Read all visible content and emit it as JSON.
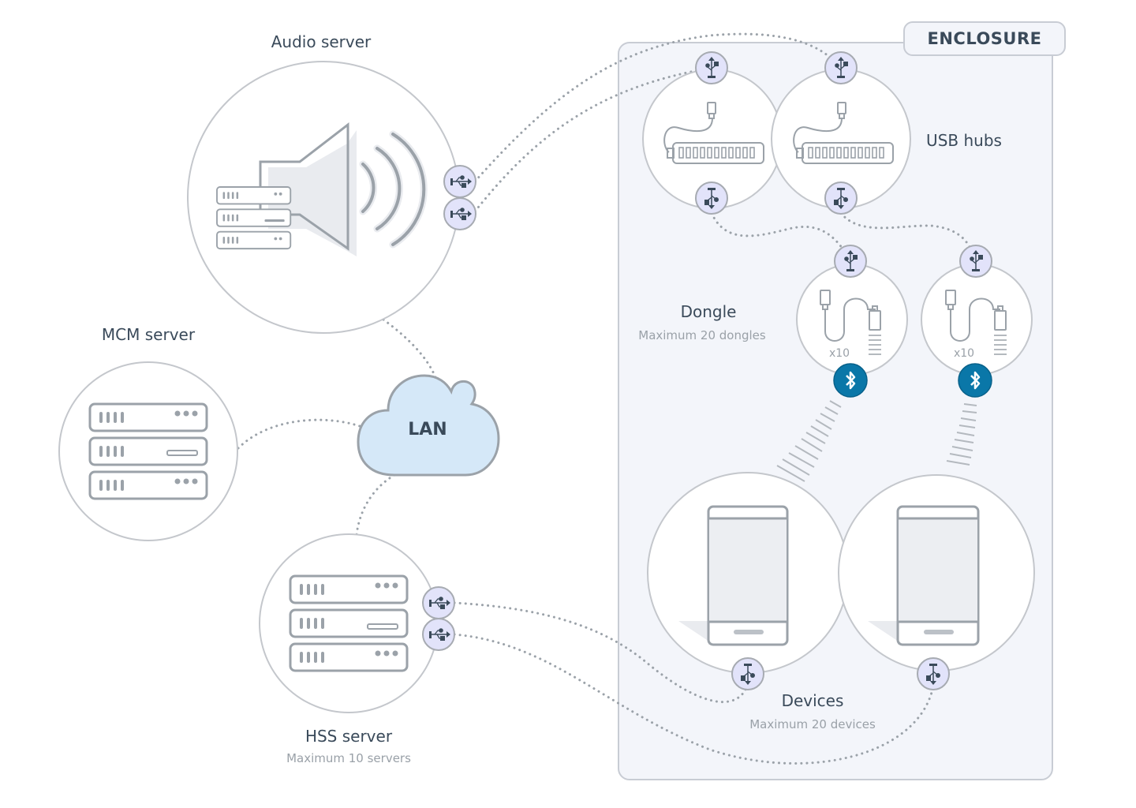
{
  "enclosure": {
    "label": "ENCLOSURE"
  },
  "nodes": {
    "audio_server": {
      "label": "Audio server"
    },
    "mcm_server": {
      "label": "MCM server"
    },
    "lan": {
      "label": "LAN"
    },
    "hss_server": {
      "label": "HSS server",
      "sublabel": "Maximum 10 servers"
    },
    "usb_hubs": {
      "label": "USB hubs"
    },
    "dongle": {
      "label": "Dongle",
      "sublabel": "Maximum 20 dongles",
      "multiplier": "x10"
    },
    "devices": {
      "label": "Devices",
      "sublabel": "Maximum 20 devices"
    }
  },
  "icons": {
    "usb": "usb-icon",
    "bluetooth": "bluetooth-icon",
    "server": "server-rack-icon",
    "speaker": "speaker-icon",
    "cloud": "cloud-icon",
    "phone": "smartphone-icon",
    "hub": "usb-hub-icon",
    "dongle": "bluetooth-dongle-icon"
  },
  "colors": {
    "text": "#3a4a5a",
    "subtext": "#9aa1a8",
    "outline": "#c4c7cc",
    "usb_fill": "#e2e3fa",
    "bluetooth": "#0a77a8",
    "cloud_fill": "#d5e8f8",
    "enclosure_bg": "#f3f5fa"
  }
}
